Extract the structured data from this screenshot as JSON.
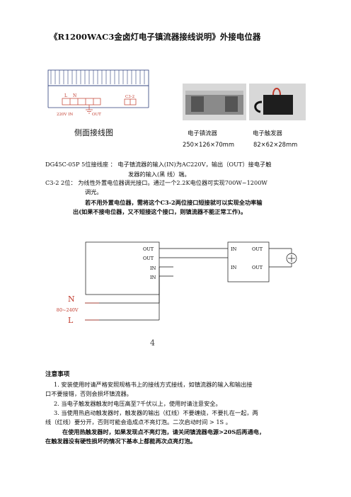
{
  "title": "《R1200WAC3金卤灯电子镇流器接线说明》外接电位器",
  "side_diagram": {
    "caption": "侧面接线图",
    "labels": {
      "L": "L",
      "N": "N",
      "c3": "C3-2",
      "in": "220V IN",
      "out": "OUT"
    }
  },
  "photos": {
    "ballast_caption": "电子镇流器",
    "ballast_dim": "250×126×70mm",
    "igniter_caption": "电子触发器",
    "igniter_dim": "82×62×28mm"
  },
  "description": {
    "dg_line1": "DG45C-05P 5位接线座 ： 电子镇流器的输入(IN)为AC220V，输出（OUT）接电子触",
    "dg_line2": "发器的输入(黑 线）端。",
    "c3_line1": "C3-2  2位：  为线性外置电位器调光接口。通过一个2.2K电位器可实现700W~1200W",
    "c3_line2": "调光。",
    "warn_line1": "若不用外置电位器，需将这个C3-2两位接口短接就可以实现全功率输",
    "warn_line2": "出(如果不接电位器，又不短接这个接口，则镇流器不能正常工作)。"
  },
  "wiring": {
    "ballast_out1": "OUT",
    "ballast_out2": "OUT",
    "ballast_in1": "IN",
    "ballast_in2": "IN",
    "igniter_in1": "IN",
    "igniter_in2": "IN",
    "igniter_out1": "OUT",
    "igniter_out2": "OUT",
    "N": "N",
    "L": "L",
    "ac": "AC180~240V"
  },
  "page_number": "4",
  "notes": {
    "title": "注意事项",
    "n1a": "1. 安装使用时请严格安照规格书上的接线方式接线，如镇流器的输入和输出接",
    "n1b": "口不要接错，否则会损坏镇流器。",
    "n2": "2. 当电子触发器触发时电压高至7千伏以上，使用时请注意安全。",
    "n3a": "3. 当使用热启动触发器时，触发器的输出（红线）不要缠绕，不要扎在一起，两",
    "n3b": "线（红线）要分开，否则可能会造成点不亮灯泡。二次启动时间 > 1S 。",
    "n4a": "在使用热触发器时，如果发现点不亮灯泡，请关闭镇流器电源>20S后再通电，",
    "n4b": "在触发器没有硬性损坏的情况下基本上都能再次点亮灯泡。"
  },
  "colors": {
    "diagram_red": "#c0392b",
    "diagram_blue": "#2c3e7a",
    "photo_gray": "#d8d8d8"
  }
}
